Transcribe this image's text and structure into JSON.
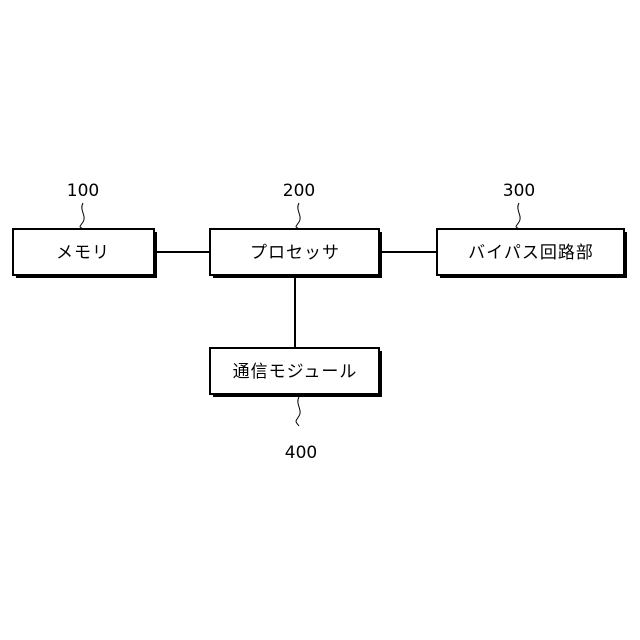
{
  "blocks": {
    "memory": {
      "label": "メモリ",
      "ref": "100"
    },
    "processor": {
      "label": "プロセッサ",
      "ref": "200"
    },
    "bypass": {
      "label": "バイパス回路部",
      "ref": "300"
    },
    "comm": {
      "label": "通信モジュール",
      "ref": "400"
    }
  },
  "colors": {
    "line": "#000000",
    "background": "#ffffff"
  }
}
